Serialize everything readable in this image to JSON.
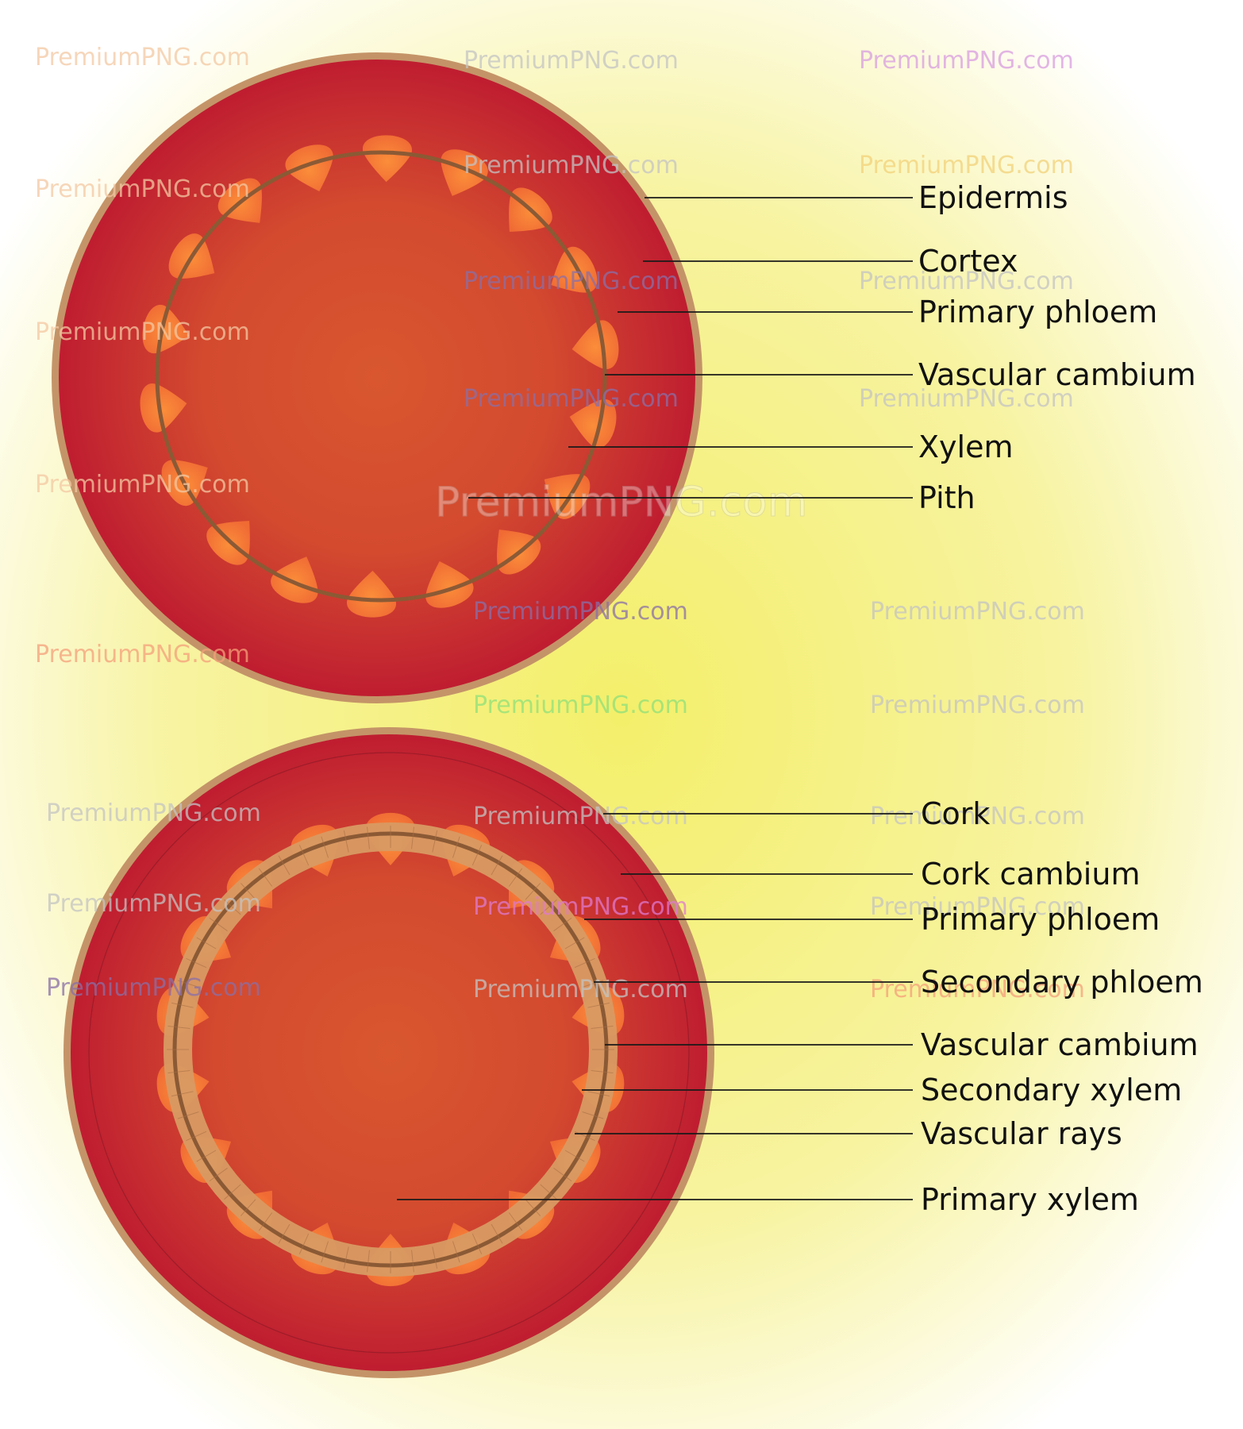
{
  "diagrams": [
    {
      "name": "primary-stem",
      "labels": [
        "Epidermis",
        "Cortex",
        "Primary phloem",
        "Vascular cambium",
        "Xylem",
        "Pith"
      ]
    },
    {
      "name": "secondary-stem",
      "labels": [
        "Cork",
        "Cork cambium",
        "Primary phloem",
        "Secondary phloem",
        "Vascular cambium",
        "Secondary xylem",
        "Vascular rays",
        "Primary xylem"
      ]
    }
  ],
  "watermark": {
    "text": "PremiumPNG.com",
    "colors": [
      "#f4c9a3",
      "#d99ee0",
      "#f2d27a",
      "#8a6fa8",
      "#f5a07a",
      "#8fe07a",
      "#e07ad0",
      "#c4c4c4"
    ]
  },
  "colors": {
    "background_glow": "#f6f08a",
    "outer_red": "#c21f2f",
    "inner_orange": "#d9572f",
    "bundle_orange": "#f28a3a",
    "rim_tan": "#c49468",
    "cambium_brown": "#8b5a35",
    "secondary_band": "#d89a63"
  }
}
